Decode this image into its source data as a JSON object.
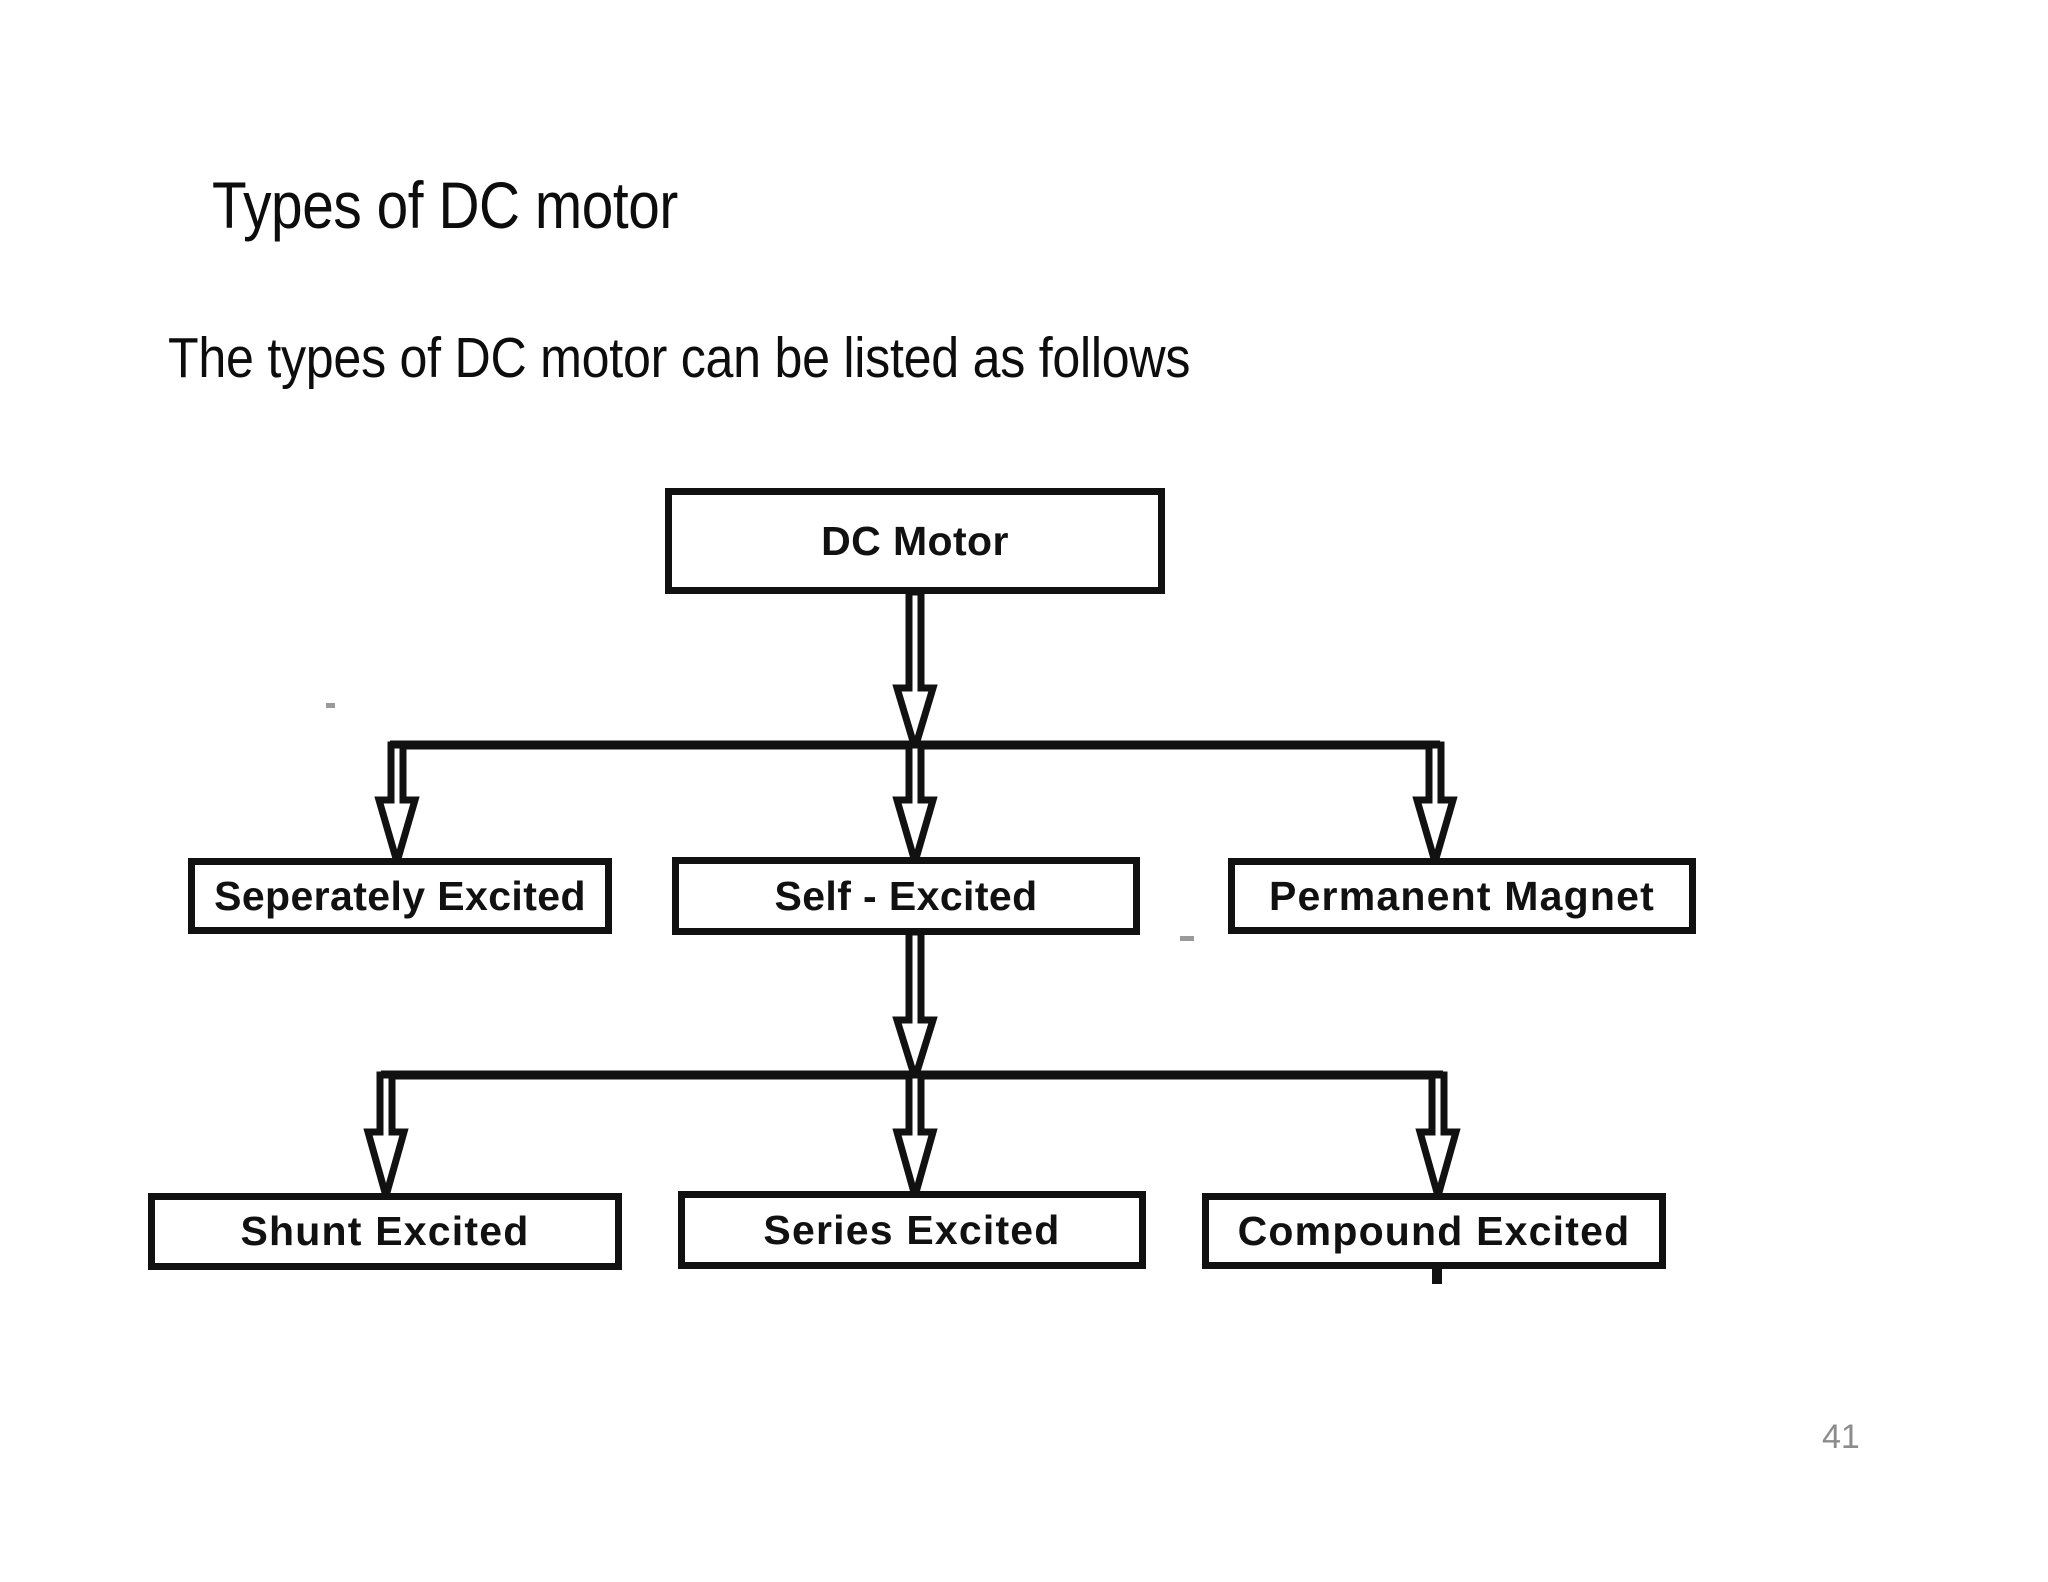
{
  "slide": {
    "title": "Types of DC motor",
    "subtitle": "The types of DC motor can be listed as follows",
    "page_number": "41",
    "page_number_color": "#8c8c8c",
    "background_color": "#ffffff",
    "ink_color": "#111111"
  },
  "diagram": {
    "type": "hierarchy-flowchart",
    "root": {
      "id": "dc-motor",
      "label": "DC Motor"
    },
    "level_two": [
      {
        "id": "seperately-excited",
        "label": "Seperately Excited"
      },
      {
        "id": "self-excited",
        "label": "Self - Excited"
      },
      {
        "id": "permanent-magnet",
        "label": "Permanent  Magnet"
      }
    ],
    "level_three_parent": "self-excited",
    "level_three": [
      {
        "id": "shunt-excited",
        "label": "Shunt  Excited"
      },
      {
        "id": "series-excited",
        "label": "Series  Excited"
      },
      {
        "id": "compound-excited",
        "label": "Compound  Excited"
      }
    ],
    "edges": [
      {
        "from": "dc-motor",
        "to": "seperately-excited",
        "style": "block-arrow"
      },
      {
        "from": "dc-motor",
        "to": "self-excited",
        "style": "block-arrow"
      },
      {
        "from": "dc-motor",
        "to": "permanent-magnet",
        "style": "block-arrow"
      },
      {
        "from": "self-excited",
        "to": "shunt-excited",
        "style": "block-arrow"
      },
      {
        "from": "self-excited",
        "to": "series-excited",
        "style": "block-arrow"
      },
      {
        "from": "self-excited",
        "to": "compound-excited",
        "style": "block-arrow"
      }
    ]
  }
}
